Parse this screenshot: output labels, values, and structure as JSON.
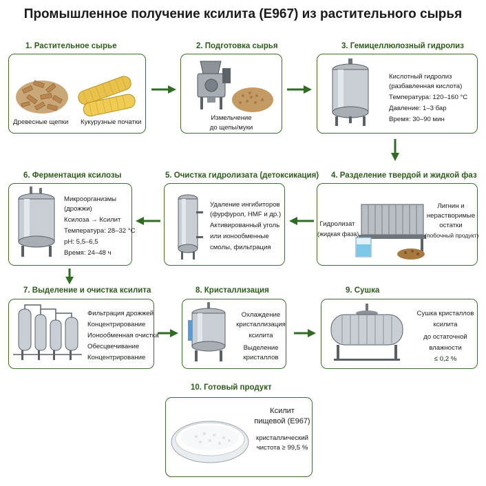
{
  "title": "Промышленное получение ксилита (E967) из растительного сырья",
  "steps": {
    "s1": {
      "title": "1. Растительное сырье",
      "labels": [
        "Древесные щепки",
        "Кукурузные початки"
      ]
    },
    "s2": {
      "title": "2. Подготовка сырья",
      "labels": [
        "Измельчение",
        "до щепы/муки"
      ]
    },
    "s3": {
      "title": "3. Гемицеллюлозный гидролиз",
      "labels": [
        "Кислотный гидролиз",
        "(разбавленная кислота)",
        "Температура: 120–160 °C",
        "Давление: 1–3 бар",
        "Время: 30–90 мин"
      ]
    },
    "s4": {
      "title": "4. Разделение твердой и жидкой фаз",
      "labels": [
        "Гидролизат",
        "(жидкая фаза)",
        "Лигнин и",
        "нерастворимые",
        "остатки",
        "(побочный продукт)"
      ]
    },
    "s5": {
      "title": "5. Очистка гидролизата (детоксикация)",
      "labels": [
        "Удаление ингибиторов",
        "(фурфурол, HMF и др.)",
        "Активированный уголь",
        "или ионообменные",
        "смолы, фильтрация"
      ]
    },
    "s6": {
      "title": "6. Ферментация ксилозы",
      "labels": [
        "Микроорганизмы",
        "(дрожжи)",
        "Ксилоза → Ксилит",
        "Температура: 28–32 °C",
        "pH: 5,5–6,5",
        "Время: 24–48 ч"
      ]
    },
    "s7": {
      "title": "7. Выделение и очистка ксилита",
      "labels": [
        "Фильтрация дрожжей",
        "Концентрирование",
        "Ионообменная очистка",
        "Обесцвечивание",
        "Концентрирование"
      ]
    },
    "s8": {
      "title": "8. Кристаллизация",
      "labels": [
        "Охлаждение",
        "кристаллизация",
        "ксилита",
        "Выделение",
        "кристаллов"
      ]
    },
    "s9": {
      "title": "9. Сушка",
      "labels": [
        "Сушка кристаллов",
        "ксилита",
        "до остаточной",
        "влажности",
        "≤ 0,2 %"
      ]
    },
    "s10": {
      "title": "10. Готовый продукт",
      "labels": [
        "Ксилит",
        "пищевой (E967)",
        "кристаллический",
        "чистота ≥ 99,5 %"
      ]
    }
  },
  "colors": {
    "border": "#3f6e2a",
    "arrow": "#2f6b22",
    "title_green": "#2e5a1c"
  }
}
